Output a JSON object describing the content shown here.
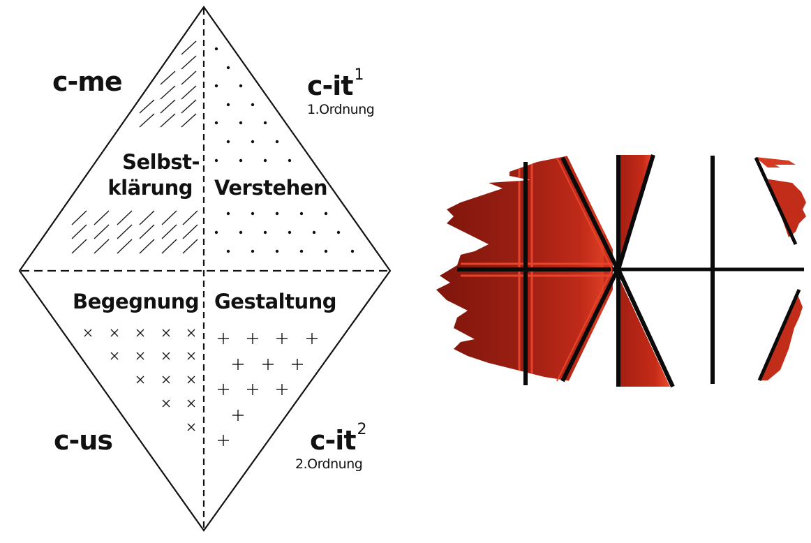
{
  "diagram": {
    "corners": {
      "top_left": {
        "label": "c-me"
      },
      "top_right": {
        "label": "c-it",
        "superscript": "1",
        "subtitle": "1.Ordnung"
      },
      "bottom_left": {
        "label": "c-us"
      },
      "bottom_right": {
        "label": "c-it",
        "superscript": "2",
        "subtitle": "2.Ordnung"
      }
    },
    "quadrants": {
      "top_left": {
        "line1": "Selbst-",
        "line2": "klärung",
        "pattern": "diagonal-hatch"
      },
      "top_right": {
        "label": "Verstehen",
        "pattern": "dots"
      },
      "bottom_left": {
        "label": "Begegnung",
        "pattern": "crosses-x"
      },
      "bottom_right": {
        "label": "Gestaltung",
        "pattern": "plus-signs"
      }
    },
    "colors": {
      "line": "#111111",
      "background": "#ffffff"
    }
  },
  "graphic": {
    "description": "red torn-edge pattern with diamond and cross lines",
    "colors": {
      "red_dark": "#8e1a10",
      "red_mid": "#b8281a",
      "red_light": "#e8442c",
      "line": "#0a0a0a"
    }
  }
}
